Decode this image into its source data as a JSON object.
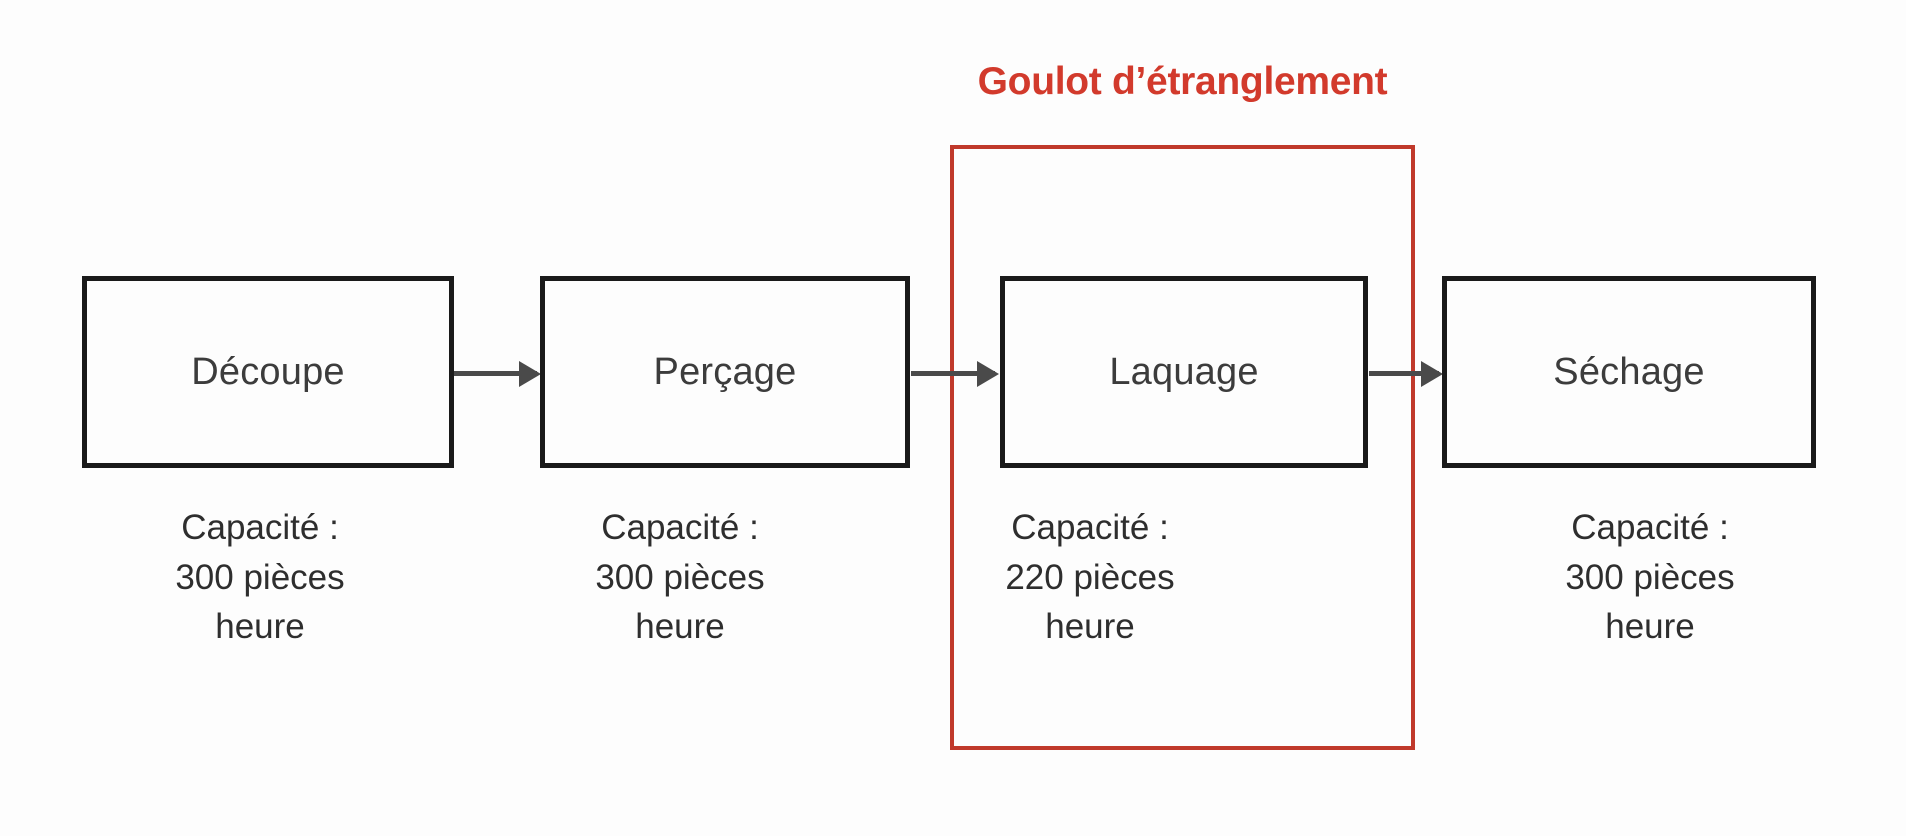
{
  "diagram": {
    "background_color": "#fdfdfd",
    "highlight": {
      "title": "Goulot d’étranglement",
      "color": "#c0392b",
      "title_color": "#d23a2c",
      "target_step": "Laquage"
    },
    "box_border_color": "#1a1a1a",
    "arrow_color": "#4a4a4a",
    "steps": [
      {
        "id": "decoupe",
        "label": "Découpe",
        "caption_lines": [
          "Capacité :",
          "300 pièces",
          "heure"
        ],
        "capacity_value": "300",
        "capacity_unit": "pièces heure",
        "is_bottleneck": false
      },
      {
        "id": "percage",
        "label": "Perçage",
        "caption_lines": [
          "Capacité :",
          "300 pièces",
          "heure"
        ],
        "capacity_value": "300",
        "capacity_unit": "pièces heure",
        "is_bottleneck": false
      },
      {
        "id": "laquage",
        "label": "Laquage",
        "caption_lines": [
          "Capacité :",
          "220 pièces",
          "heure"
        ],
        "capacity_value": "220",
        "capacity_unit": "pièces heure",
        "is_bottleneck": true
      },
      {
        "id": "sechage",
        "label": "Séchage",
        "caption_lines": [
          "Capacité :",
          "300 pièces",
          "heure"
        ],
        "capacity_value": "300",
        "capacity_unit": "pièces heure",
        "is_bottleneck": false
      }
    ],
    "connectors": [
      {
        "from": "decoupe",
        "to": "percage"
      },
      {
        "from": "percage",
        "to": "laquage"
      },
      {
        "from": "laquage",
        "to": "sechage"
      }
    ]
  }
}
